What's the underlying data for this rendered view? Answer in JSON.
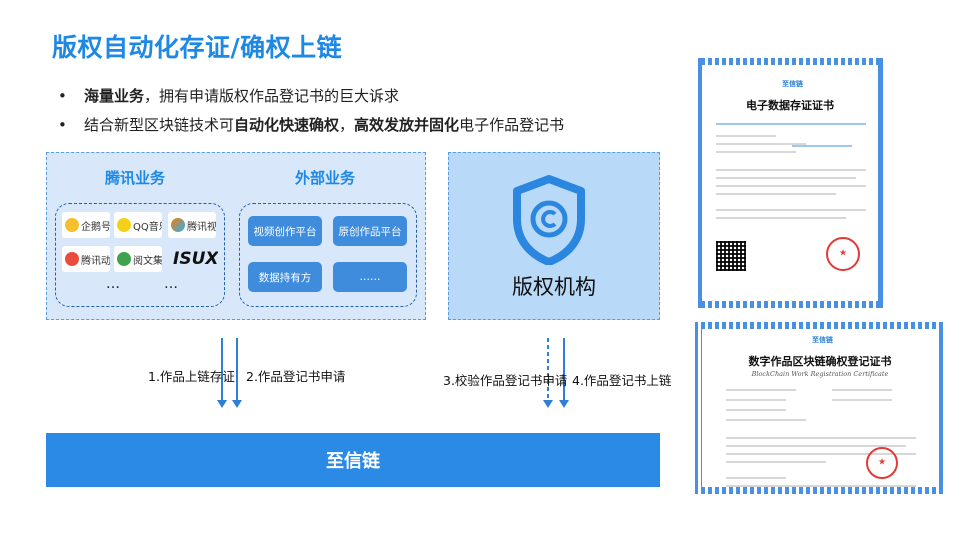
{
  "title": "版权自动化存证/确权上链",
  "bullets": [
    {
      "bold": "海量业务",
      "rest": "，拥有申请版权作品登记书的巨大诉求"
    },
    {
      "pre": "结合新型区块链技术可",
      "bold1": "自动化快速确权",
      "mid": "，",
      "bold2": "高效发放并固化",
      "post": "电子作品登记书"
    }
  ],
  "tencent": {
    "heading": "腾讯业务",
    "logos": [
      "企鹅号",
      "QQ音乐",
      "腾讯视频",
      "腾讯动漫",
      "阅文集团",
      "ISUX"
    ],
    "ellipsis": "…"
  },
  "external": {
    "heading": "外部业务",
    "chips": [
      "视频创作平台",
      "原创作品平台",
      "数据持有方",
      "……"
    ]
  },
  "org": {
    "label": "版权机构"
  },
  "steps": [
    "1.作品上链存证",
    "2.作品登记书申请",
    "3.校验作品登记书申请",
    "4.作品登记书上链"
  ],
  "chain": {
    "label": "至信链"
  },
  "cert1": {
    "logo": "至信链",
    "title": "电子数据存证证书"
  },
  "cert2": {
    "logo": "至信链",
    "title": "数字作品区块链确权登记证书",
    "subtitle": "BlockChain Work Registration Certificate"
  },
  "colors": {
    "accent": "#1e88e5",
    "bar": "#2b8ae6",
    "panel_left": "#d8e8fa",
    "panel_right": "#b8d9f8"
  }
}
